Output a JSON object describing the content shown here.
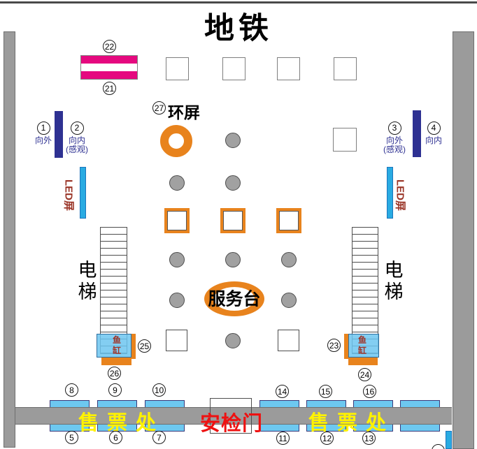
{
  "title": "地铁",
  "colors": {
    "magenta": "#e5097f",
    "navy": "#2e3192",
    "led_cyan": "#29abe2",
    "machine_blue": "#6dc8f0",
    "orange": "#e8831d",
    "gray": "#9b9b9b",
    "ticket_yellow": "#fff200",
    "security_red": "#ee1111",
    "maroon_text": "#993326"
  },
  "side_labels": {
    "p1": {
      "num": "1",
      "l1": "向外",
      "l2": ""
    },
    "p2": {
      "num": "2",
      "l1": "向内",
      "l2": "(感观)"
    },
    "p3": {
      "num": "3",
      "l1": "向外",
      "l2": "(感观)"
    },
    "p4": {
      "num": "4",
      "l1": "向内",
      "l2": ""
    }
  },
  "screens": {
    "led_label": "LED屏",
    "ring_num": "27",
    "ring_label": "环屏"
  },
  "service_desk": "服务台",
  "elevator_label": "电梯",
  "fish_tank_label": "鱼缸",
  "bottom": {
    "ticket_office": "售票处",
    "security_gate": "安检门"
  },
  "circles": {
    "n5": "5",
    "n6": "6",
    "n7": "7",
    "n8": "8",
    "n9": "9",
    "n10": "10",
    "n11": "11",
    "n12": "12",
    "n13": "13",
    "n14": "14",
    "n15": "15",
    "n16": "16",
    "n21": "21",
    "n22": "22",
    "n23": "23",
    "n24": "24",
    "n25": "25",
    "n26": "26",
    "n27": "27"
  }
}
